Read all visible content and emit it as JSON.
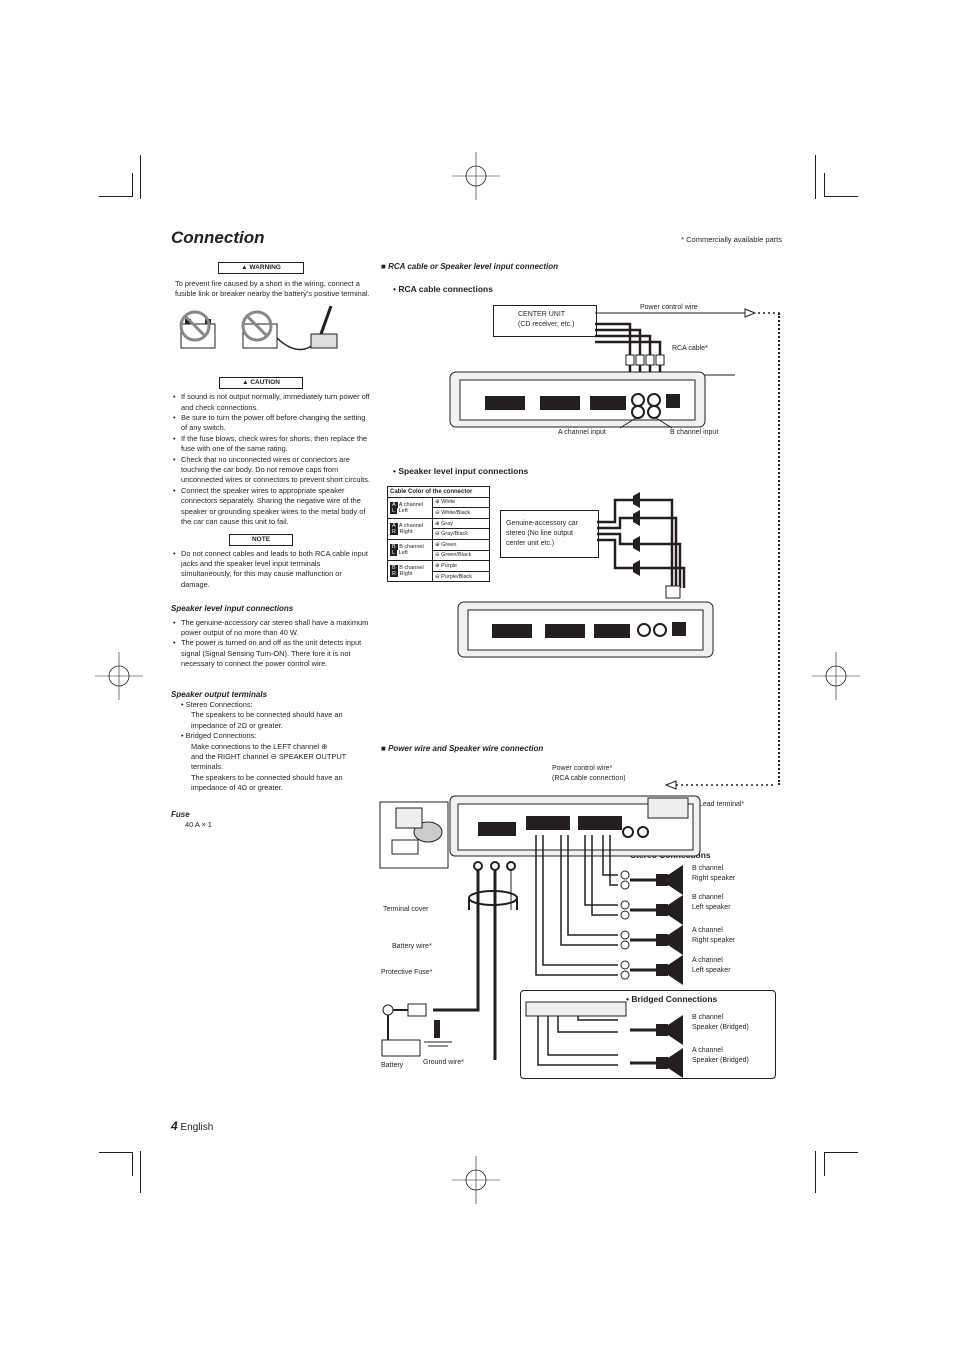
{
  "header": {
    "title": "Connection",
    "note": "* Commercially available parts"
  },
  "left": {
    "warning_label": "WARNING",
    "warning_text": "To prevent fire caused by a short in the wiring, connect a fusible link or breaker nearby the battery’s positive terminal.",
    "caution_label": "CAUTION",
    "caution_items": [
      "If sound is not output normally, immediately turn power off and check connections.",
      "Be sure to turn the power off before changing the setting of any switch.",
      "If the fuse blows, check wires for shorts, then replace the fuse with one of the same rating.",
      "Check that no unconnected wires or connectors are touching the car body. Do not remove caps from unconnected wires or connectors to prevent short circuits.",
      "Connect the speaker wires to appropriate speaker connectors separately. Sharing the negative wire of the speaker or grounding speaker wires to the metal body of the car can cause this unit to fail."
    ],
    "note_label": "NOTE",
    "note_items": [
      "Do not connect cables and leads to both RCA cable input jacks and the speaker level input terminals simultaneously, for this may cause malfunction or damage."
    ],
    "speaker_input_heading": "Speaker level input connections",
    "speaker_input_items": [
      "The genuine-accessory car stereo shall have a maximum power output of no more than 40 W.",
      "The power is turned on and off as the unit detects input signal (Signal Sensing Turn-ON). There fore it is not necessary to connect the power control wire."
    ],
    "output_heading": "Speaker output terminals",
    "stereo_label": "Stereo Connections:",
    "stereo_text": "The speakers to be connected should have an impedance of 2Ω or greater.",
    "bridged_label": "Bridged Connections:",
    "bridged_text_1": "Make connections to the LEFT channel",
    "bridged_text_2": "and the RIGHT channel",
    "bridged_text_3": "SPEAKER OUTPUT terminals.",
    "bridged_text_4": "The speakers to be connected should have an impedance of 4Ω or greater.",
    "fuse_heading": "Fuse",
    "fuse_value": "40 A × 1"
  },
  "rca_section": {
    "heading": "RCA cable or Speaker level input connection",
    "rca_sub": "• RCA cable connections",
    "center_unit_1": "CENTER UNIT",
    "center_unit_2": "(CD receiver, etc.)",
    "power_control": "Power control wire",
    "rca_cable": "RCA cable*",
    "a_input": "A channel input",
    "b_input": "B channel input",
    "speaker_sub": "• Speaker level input connections",
    "genuine_1": "Genuine-accessory car",
    "genuine_2": "stereo (No line output",
    "genuine_3": "center unit etc.)",
    "cable_table_header": "Cable Color of the connector",
    "cable_rows": [
      {
        "ch": "A",
        "side": "L",
        "label_1": "A channel",
        "label_2": "Left",
        "plus": "White",
        "minus": "White/Black"
      },
      {
        "ch": "A",
        "side": "R",
        "label_1": "A channel",
        "label_2": "Right",
        "plus": "Gray",
        "minus": "Gray/Black"
      },
      {
        "ch": "B",
        "side": "L",
        "label_1": "B channel",
        "label_2": "Left",
        "plus": "Green",
        "minus": "Green/Black"
      },
      {
        "ch": "B",
        "side": "R",
        "label_1": "B channel",
        "label_2": "Right",
        "plus": "Purple",
        "minus": "Purple/Black"
      }
    ]
  },
  "power_section": {
    "heading": "Power wire and Speaker wire connection",
    "power_control_1": "Power control wire*",
    "power_control_2": "(RCA cable connection)",
    "lead_terminal": "Lead terminal*",
    "stereo_connections": "• Stereo Connections",
    "speakers": [
      {
        "l1": "B channel",
        "l2": "Right speaker"
      },
      {
        "l1": "B channel",
        "l2": "Left speaker"
      },
      {
        "l1": "A channel",
        "l2": "Right speaker"
      },
      {
        "l1": "A channel",
        "l2": "Left speaker"
      }
    ],
    "terminal_cover": "Terminal cover",
    "battery_wire": "Battery wire*",
    "protective_fuse": "Protective Fuse*",
    "battery": "Battery",
    "ground_wire": "Ground wire*",
    "bridged_connections": "• Bridged Connections",
    "bridged_speakers": [
      {
        "l1": "B channel",
        "l2": "Speaker (Bridged)"
      },
      {
        "l1": "A channel",
        "l2": "Speaker (Bridged)"
      }
    ]
  },
  "footer": {
    "page": "4",
    "language": "English"
  }
}
